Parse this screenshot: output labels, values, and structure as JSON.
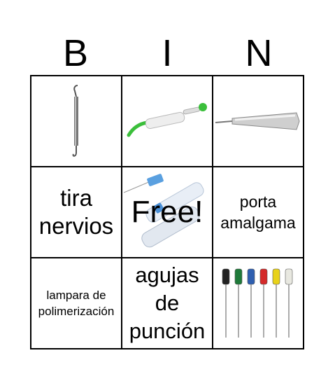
{
  "header": {
    "letters": [
      "B",
      "I",
      "N"
    ]
  },
  "cells": [
    {
      "kind": "image",
      "icon": "dental-double-ended-instrument-icon"
    },
    {
      "kind": "image",
      "icon": "irrigation-syringe-icon"
    },
    {
      "kind": "image",
      "icon": "straight-handpiece-icon"
    },
    {
      "kind": "text",
      "text": "tira nervios"
    },
    {
      "kind": "free",
      "text": "Free!",
      "icon": "needles-icon"
    },
    {
      "kind": "text",
      "text": "porta amalgama"
    },
    {
      "kind": "text",
      "text": "lampara de polimerización"
    },
    {
      "kind": "text",
      "text": "agujas de punción"
    },
    {
      "kind": "image",
      "icon": "endodontic-files-icon",
      "colors": [
        "#222222",
        "#1f7a3a",
        "#2f5fb0",
        "#d42a2a",
        "#e8d21a",
        "#e8e8e0"
      ]
    }
  ]
}
